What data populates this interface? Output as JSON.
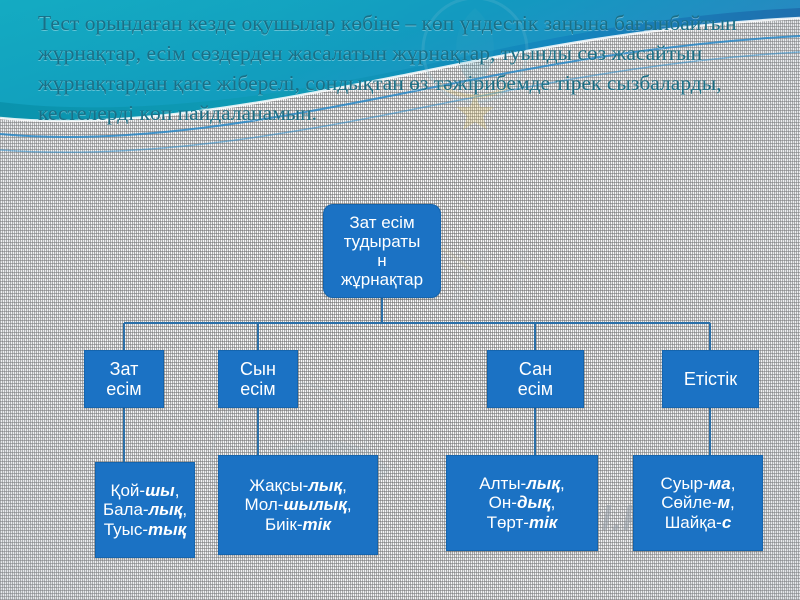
{
  "slide": {
    "paragraph": "Тест орындаған кезде оқушылар көбіне – көп үндестік заңына бағынбайтын жұрнақтар, есім сөздерден жасалатын жұрнақтар, туынды сөз жасайтын жұрнақтардан қате жіберелі, сондықтан өз тәжірибемде тірек сызбаларды, кестелерді көп пайдаланамын.",
    "watermark_text": "ukl.kz",
    "colors": {
      "node_fill": "#1b72c4",
      "node_border": "#1464ad",
      "connector": "#2a6fa8",
      "text_teal": "#1a6f86",
      "banner_teal": "#0f9bb0",
      "banner_blue": "#1a7fb5"
    }
  },
  "diagram": {
    "type": "tree",
    "root": {
      "label": "Зат есім тудыратын жұрнақтар",
      "lines": [
        "Зат есім",
        "тудыраты",
        "н",
        "жұрнақтар"
      ]
    },
    "categories": [
      {
        "id": "zat",
        "lines": [
          "Зат",
          "есім"
        ]
      },
      {
        "id": "syn",
        "lines": [
          "Сын",
          "есім"
        ]
      },
      {
        "id": "san",
        "lines": [
          "Сан",
          "есім"
        ]
      },
      {
        "id": "etis",
        "lines": [
          "Етістік"
        ]
      }
    ],
    "examples": [
      {
        "id": "zat",
        "rows": [
          {
            "stem": "Қой-",
            "suffix": "шы",
            "tail": ","
          },
          {
            "stem": "Бала-",
            "suffix": "лық",
            "tail": ","
          },
          {
            "stem": "Туыс-",
            "suffix": "тық",
            "tail": ""
          }
        ]
      },
      {
        "id": "syn",
        "rows": [
          {
            "stem": "Жақсы-",
            "suffix": "лық",
            "tail": ","
          },
          {
            "stem": "Мол-",
            "suffix": "шылық",
            "tail": ","
          },
          {
            "stem": "Биік-",
            "suffix": "тік",
            "tail": ""
          }
        ]
      },
      {
        "id": "san",
        "rows": [
          {
            "stem": "Алты-",
            "suffix": "лық",
            "tail": ","
          },
          {
            "stem": "Он-",
            "suffix": "дық",
            "tail": ","
          },
          {
            "stem": "Төрт-",
            "suffix": "тік",
            "tail": ""
          }
        ]
      },
      {
        "id": "etis",
        "rows": [
          {
            "stem": "Суыр-",
            "suffix": "ма",
            "tail": ","
          },
          {
            "stem": "Сөйле-",
            "suffix": "м",
            "tail": ","
          },
          {
            "stem": "Шайқа-",
            "suffix": "с",
            "tail": ""
          }
        ]
      }
    ]
  }
}
